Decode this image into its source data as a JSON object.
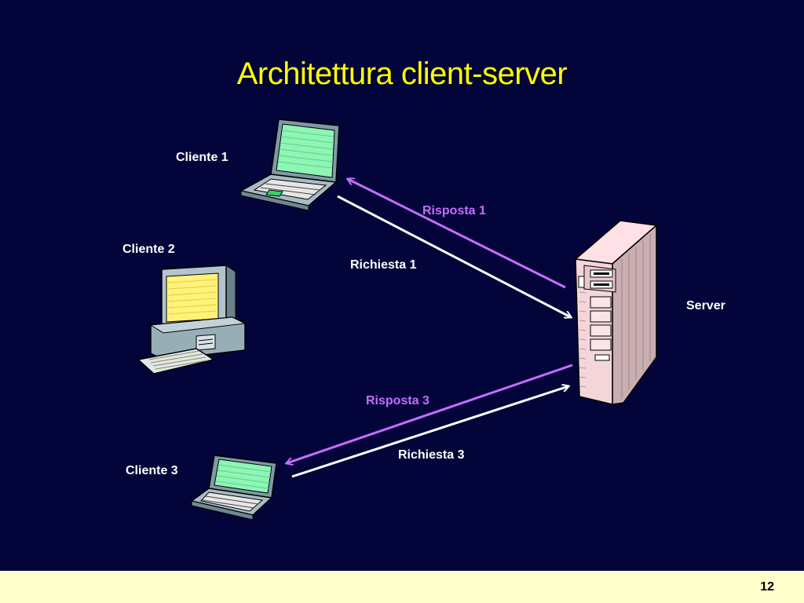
{
  "slide": {
    "title": "Architettura client-server",
    "page_number": "12"
  },
  "nodes": {
    "client1": {
      "label": "Cliente  1",
      "icon": "laptop-icon"
    },
    "client2": {
      "label": "Cliente  2",
      "icon": "desktop-computer-icon"
    },
    "client3": {
      "label": "Cliente  3",
      "icon": "laptop-icon"
    },
    "server": {
      "label": "Server",
      "icon": "tower-server-icon"
    }
  },
  "edges": {
    "request1": {
      "label": "Richiesta  1"
    },
    "response1": {
      "label": "Risposta  1"
    },
    "request3": {
      "label": "Richiesta 3"
    },
    "response3": {
      "label": "Risposta 3"
    }
  },
  "colors": {
    "background": "#03053a",
    "title": "#ffff00",
    "request_arrow": "#ffffff",
    "response_arrow": "#c86cff",
    "footer": "#ffffcc"
  }
}
